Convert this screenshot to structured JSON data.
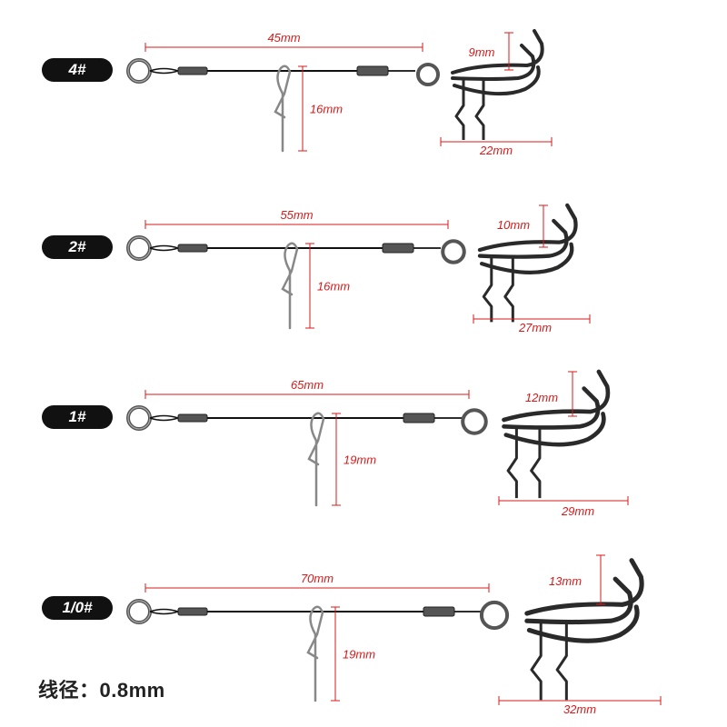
{
  "colors": {
    "dimension": "#d91a1a",
    "wire": "#111111",
    "hook": "#2a2a2a",
    "badge": "#111111"
  },
  "rigs": [
    {
      "size": "4#",
      "wire_length": "45mm",
      "pin_length": "16mm",
      "gap": "9mm",
      "hook_width": "22mm"
    },
    {
      "size": "2#",
      "wire_length": "55mm",
      "pin_length": "16mm",
      "gap": "10mm",
      "hook_width": "27mm"
    },
    {
      "size": "1#",
      "wire_length": "65mm",
      "pin_length": "19mm",
      "gap": "12mm",
      "hook_width": "29mm"
    },
    {
      "size": "1/0#",
      "wire_length": "70mm",
      "pin_length": "19mm",
      "gap": "13mm",
      "hook_width": "32mm"
    }
  ],
  "wire_diameter": "线径：0.8mm"
}
